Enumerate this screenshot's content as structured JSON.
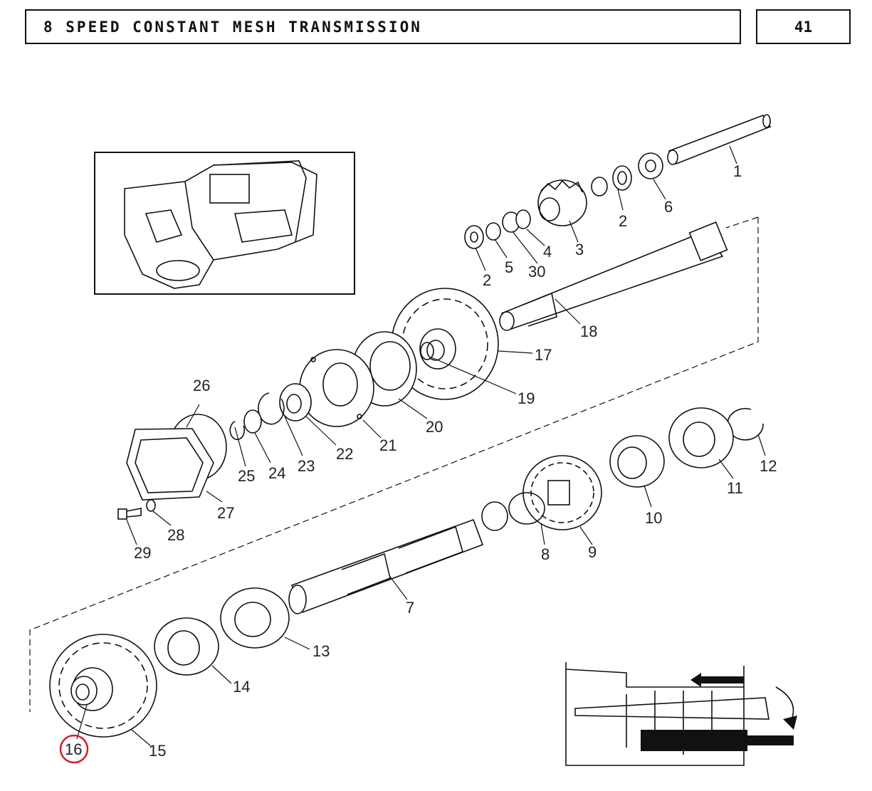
{
  "header": {
    "title": "8 SPEED CONSTANT MESH TRANSMISSION",
    "page_number": "41"
  },
  "callouts": {
    "c1": "1",
    "c2a": "2",
    "c2b": "2",
    "c3": "3",
    "c4": "4",
    "c5": "5",
    "c6": "6",
    "c7": "7",
    "c8": "8",
    "c9": "9",
    "c10": "10",
    "c11": "11",
    "c12": "12",
    "c13": "13",
    "c14": "14",
    "c15": "15",
    "c16": "16",
    "c17": "17",
    "c18": "18",
    "c19": "19",
    "c20": "20",
    "c21": "21",
    "c22": "22",
    "c23": "23",
    "c24": "24",
    "c25": "25",
    "c26": "26",
    "c27": "27",
    "c28": "28",
    "c29": "29",
    "c30": "30"
  },
  "highlight": {
    "part": "16",
    "color": "#d0202a"
  }
}
